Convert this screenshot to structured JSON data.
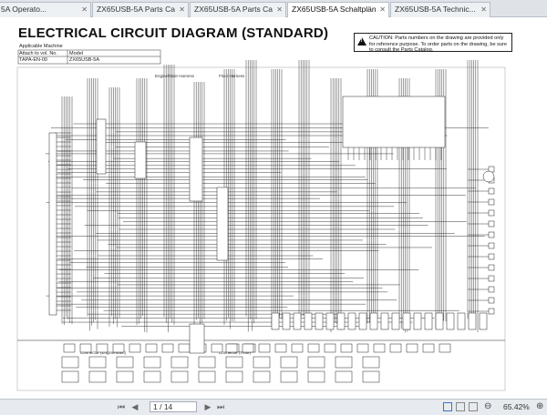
{
  "tabs": [
    {
      "label": "5A Operato..."
    },
    {
      "label": "ZX65USB-5A Parts Ca..."
    },
    {
      "label": "ZX65USB-5A Parts Ca..."
    },
    {
      "label": "ZX65USB-5A Schaltplän..."
    },
    {
      "label": "ZX65USB-5A Technic..."
    }
  ],
  "document": {
    "title": "ELECTRICAL CIRCUIT DIAGRAM (STANDARD)",
    "applicable_machine_label": "Applicable Machine",
    "attach_label": "Attach to vol. No.",
    "model_label": "Model",
    "attach_value": "TAPA-EN-00",
    "model_value": "ZX65USB-5A",
    "caution_text": "CAUTION: Parts numbers on the drawing are provided only for reference purpose. To order parts on the drawing, be sure to consult the Parts Catalog.",
    "harness_label_1": "Engine/Main Harness",
    "harness_label_2": "Floor Harness",
    "connector_label_1": "Connector (Engine/Main)",
    "connector_label_2": "Connector (Floor)"
  },
  "statusbar": {
    "page_current": "1",
    "page_total": "/ 14",
    "zoom": "65.42%"
  }
}
